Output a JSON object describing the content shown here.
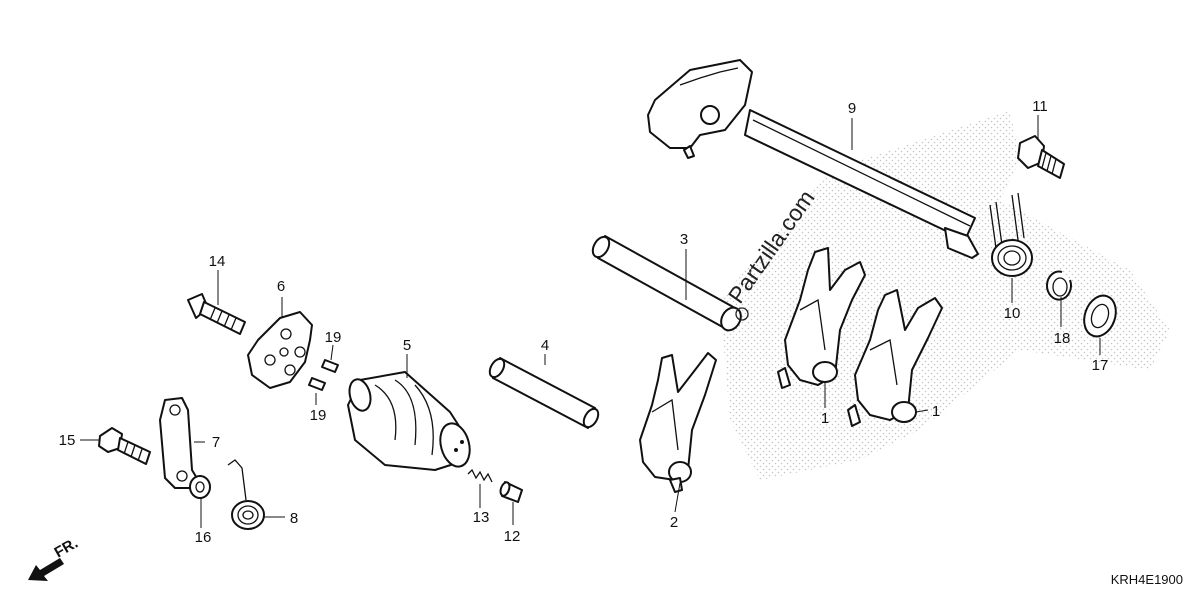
{
  "diagram_code": "KRH4E1900",
  "watermark": "Partzilla.com",
  "direction_label": "FR.",
  "colors": {
    "line": "#111111",
    "background": "#ffffff"
  },
  "callouts": {
    "c1a": "1",
    "c1b": "1",
    "c2": "2",
    "c3": "3",
    "c4": "4",
    "c5": "5",
    "c6": "6",
    "c7": "7",
    "c8": "8",
    "c9": "9",
    "c10": "10",
    "c11": "11",
    "c12": "12",
    "c13": "13",
    "c14": "14",
    "c15": "15",
    "c16": "16",
    "c17": "17",
    "c18": "18",
    "c19a": "19",
    "c19b": "19"
  }
}
